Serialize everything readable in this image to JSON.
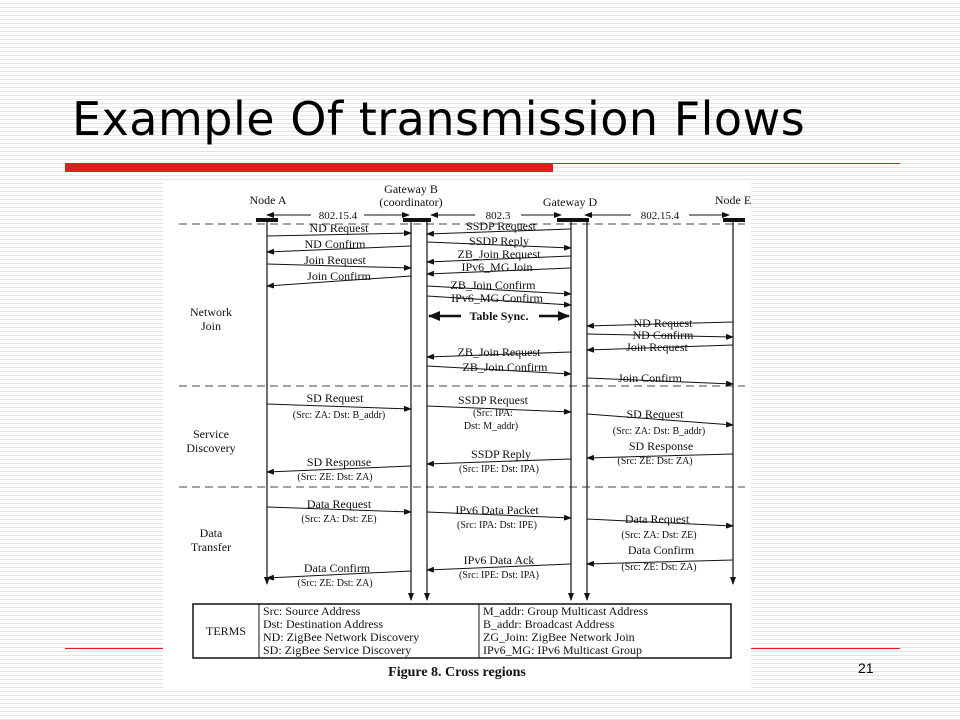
{
  "slide": {
    "title": "Example Of transmission Flows",
    "page_number": "21"
  },
  "figure": {
    "caption": "Figure 8. Cross regions",
    "nodes": {
      "node_a": "Node A",
      "gateway_b_line1": "Gateway B",
      "gateway_b_line2": "(coordinator)",
      "gateway_d": "Gateway D",
      "node_e": "Node E"
    },
    "links": {
      "ab": "802.15.4",
      "bd": "802.3",
      "de": "802.15.4"
    },
    "regions": {
      "network_join_1": "Network",
      "network_join_2": "Join",
      "service_discovery_1": "Service",
      "service_discovery_2": "Discovery",
      "data_transfer_1": "Data",
      "data_transfer_2": "Transfer"
    },
    "messages": {
      "nd_request_a": "ND Request",
      "nd_confirm_a": "ND Confirm",
      "join_request_a": "Join Request",
      "join_confirm_a": "Join Confirm",
      "ssdp_request": "SSDP Request",
      "ssdp_reply": "SSDP Reply",
      "zb_join_request_b": "ZB_Join Request",
      "ipv6_mg_join": "IPv6_MG Join",
      "zb_join_confirm_b": "ZB_Join Confirm",
      "ipv6_mg_confirm": "IPv6_MG Confirm",
      "table_sync": "Table Sync.",
      "nd_request_e": "ND Request",
      "nd_confirm_e": "ND Confirm",
      "join_request_e": "Join Request",
      "zb_join_request_d": "ZB_Join Request",
      "zb_join_confirm_d": "ZB_Join Confirm",
      "join_confirm_e": "Join Confirm",
      "sd_request_a": "SD Request",
      "sd_request_a_sub": "(Src: ZA: Dst: B_addr)",
      "ssdp_request_sd": "SSDP Request",
      "ssdp_request_sd_sub1": "(Src: IPA:",
      "ssdp_request_sd_sub2": "Dst: M_addr)",
      "sd_request_e": "SD Request",
      "sd_request_e_sub": "(Src: ZA: Dst: B_addr)",
      "sd_response_e": "SD Response",
      "sd_response_e_sub": "(Src: ZE: Dst: ZA)",
      "ssdp_reply_sd": "SSDP Reply",
      "ssdp_reply_sd_sub": "(Src: IPE: Dst: IPA)",
      "sd_response_a": "SD Response",
      "sd_response_a_sub": "(Src: ZE: Dst: ZA)",
      "data_request_a": "Data Request",
      "data_request_a_sub": "(Src: ZA: Dst: ZE)",
      "ipv6_data_packet": "IPv6 Data Packet",
      "ipv6_data_packet_sub": "(Src: IPA: Dst: IPE)",
      "data_request_e": "Data Request",
      "data_request_e_sub": "(Src: ZA: Dst: ZE)",
      "data_confirm_e": "Data Confirm",
      "data_confirm_e_sub": "(Src: ZE: Dst: ZA)",
      "ipv6_data_ack": "IPv6 Data Ack",
      "ipv6_data_ack_sub": "(Src: IPE: Dst: IPA)",
      "data_confirm_a": "Data Confirm",
      "data_confirm_a_sub": "(Src: ZE: Dst: ZA)"
    },
    "terms": {
      "label": "TERMS",
      "src": "Src: Source Address",
      "dst": "Dst: Destination Address",
      "nd": "ND: ZigBee Network Discovery",
      "sd": "SD: ZigBee Service Discovery",
      "m_addr": "M_addr: Group Multicast Address",
      "b_addr": "B_addr: Broadcast Address",
      "zg_join": "ZG_Join: ZigBee Network Join",
      "ipv6_mg": "IPv6_MG: IPv6 Multicast Group"
    }
  },
  "colors": {
    "accent_red": "#e31c1c",
    "background_stripe": "#e3e3e3"
  }
}
